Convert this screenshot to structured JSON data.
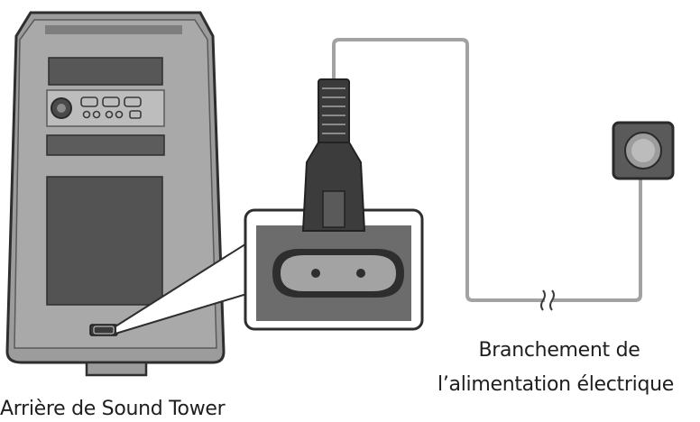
{
  "labels": {
    "tower": "Arrière de Sound Tower",
    "power_line1": "Branchement de",
    "power_line2": "l’alimentation électrique"
  },
  "colors": {
    "outline": "#3a3a3a",
    "dark_panel": "#4a4a4a",
    "mid_panel": "#7a7a7a",
    "light_body": "#b8b8b8",
    "cable": "#9a9a9a",
    "plug": "#3c3c3c"
  }
}
